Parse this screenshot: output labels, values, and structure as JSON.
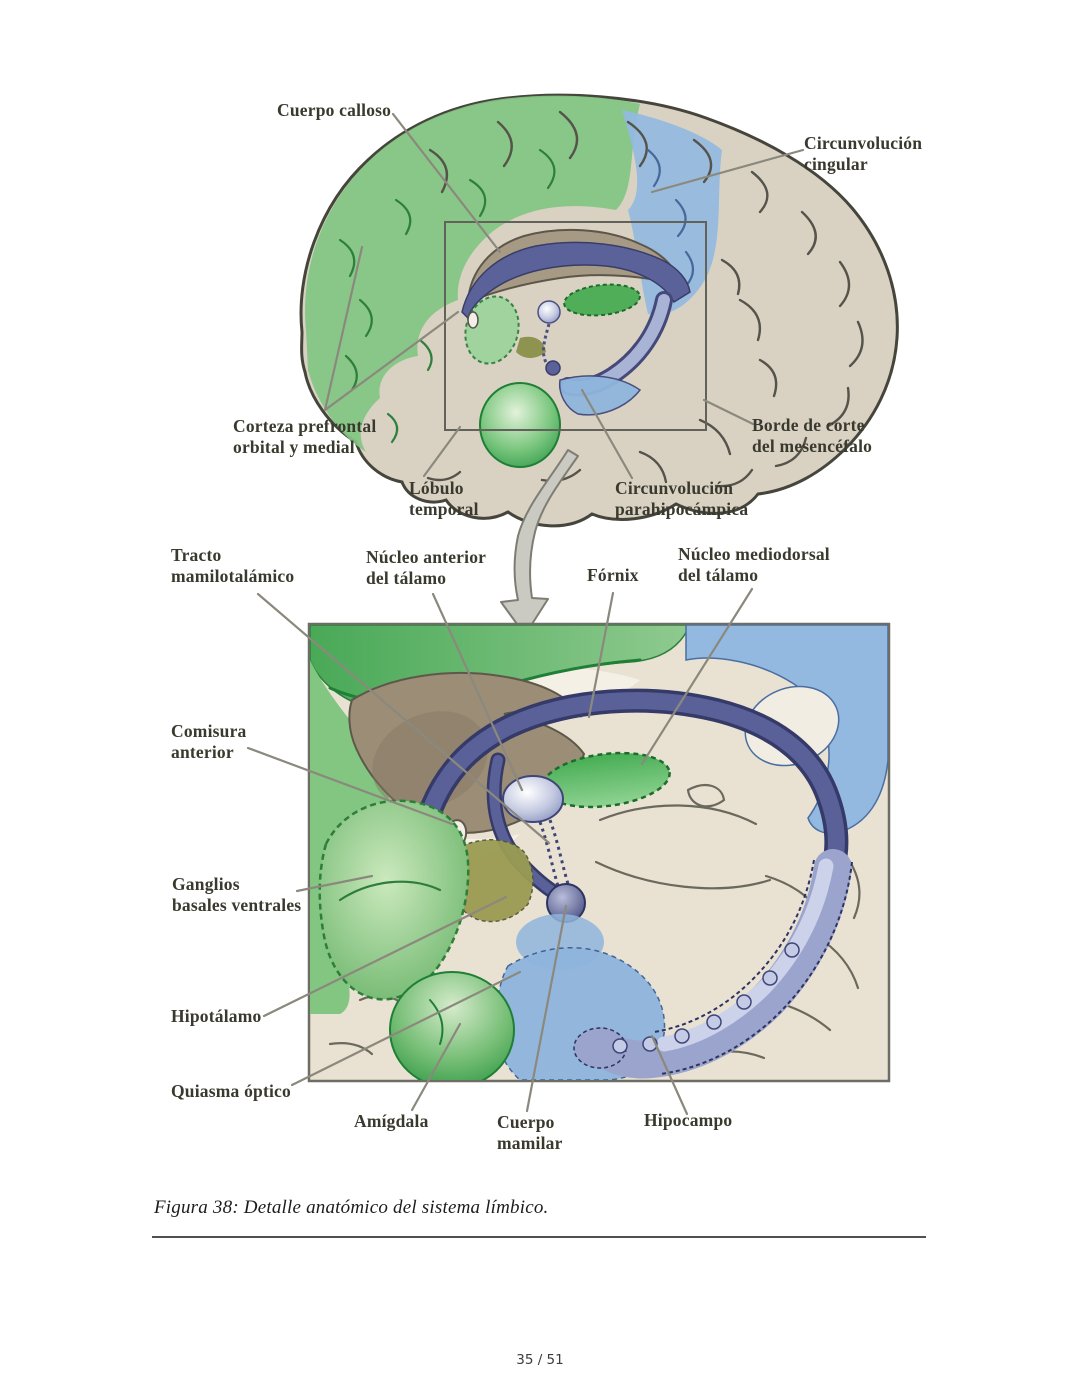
{
  "page": {
    "caption": "Figura 38: Detalle anatómico del sistema límbico.",
    "page_indicator": "35 / 51"
  },
  "figure": {
    "overview_labels": {
      "cuerpo_calloso": "Cuerpo calloso",
      "circunvolucion_cingular": "Circunvolución\ncingular",
      "corteza_prefrontal": "Corteza prefrontal\norbital y medial",
      "borde_de_corte": "Borde de corte\ndel mesencéfalo",
      "lobulo_temporal": "Lóbulo\ntemporal",
      "circunvolucion_parahipocampica": "Circunvolución\nparahipocámpica"
    },
    "detail_labels": {
      "tracto_mamilotalamico": "Tracto\nmamilotalámico",
      "nucleo_anterior": "Núcleo anterior\ndel tálamo",
      "fornix": "Fórnix",
      "nucleo_mediodorsal": "Núcleo mediodorsal\ndel tálamo",
      "comisura_anterior": "Comisura\nanterior",
      "ganglios_basales": "Ganglios\nbasales ventrales",
      "hipotalamo": "Hipotálamo",
      "quiasma_optico": "Quiasma óptico",
      "amigdala": "Amígdala",
      "cuerpo_mamilar": "Cuerpo\nmamilar",
      "hipocampo": "Hipocampo"
    },
    "colors": {
      "limbic_green": "#7fc57f",
      "cingulate_blue": "#93b9e1",
      "fornix_navy": "#5a6199",
      "hippocampus_periwinkle": "#a9b3d6",
      "cortex_beige": "#d9d2c3",
      "thalamus_brown": "#9c8d77",
      "hypothalamus_olive": "#9a9b52"
    }
  }
}
